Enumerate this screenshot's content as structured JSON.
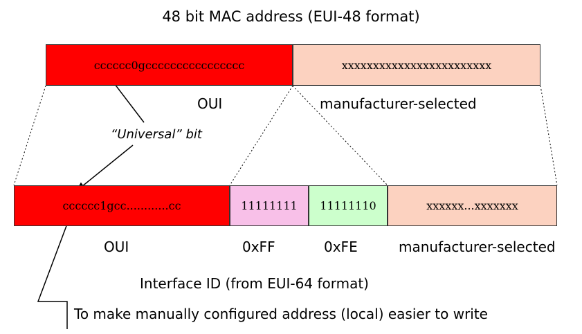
{
  "title": "48 bit MAC address (EUI-48 format)",
  "mac48": {
    "oui_bits": "cccccc0gcccccccccccccccc",
    "manufacturer_bits": "xxxxxxxxxxxxxxxxxxxxxxxx",
    "oui_label": "OUI",
    "manufacturer_label": "manufacturer-selected",
    "oui_color": "#ff0000",
    "manufacturer_color": "#fcd2c0"
  },
  "universal_bit_label": "“Universal” bit",
  "eui64": {
    "oui_bits": "cccccc1gcc............cc",
    "ff_bits": "11111111",
    "fe_bits": "11111110",
    "manufacturer_bits": "xxxxxx...xxxxxxx",
    "oui_label": "OUI",
    "ff_label": "0xFF",
    "fe_label": "0xFE",
    "manufacturer_label": "manufacturer-selected",
    "ff_color": "#f8c0e8",
    "fe_color": "#ccffcc"
  },
  "interface_id_label": "Interface ID (from EUI-64 format)",
  "note": "To make manually configured address (local) easier to write"
}
